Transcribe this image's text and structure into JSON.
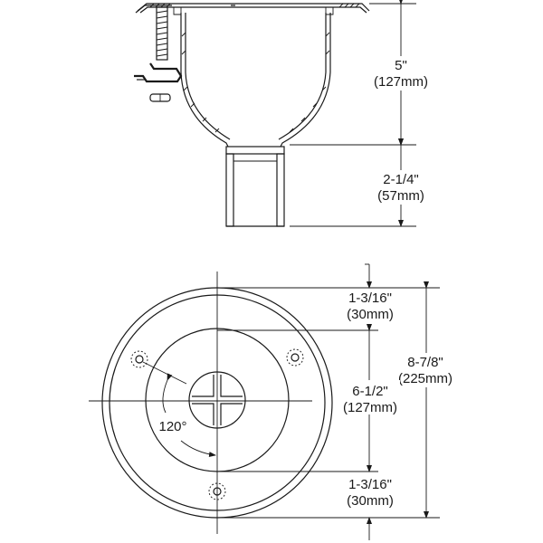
{
  "side_view": {
    "bowl_depth": {
      "imperial": "5\"",
      "metric": "(127mm)"
    },
    "tailpiece_length": {
      "imperial": "2-1/4\"",
      "metric": "(57mm)"
    }
  },
  "top_view": {
    "rim_width_top": {
      "imperial": "1-3/16\"",
      "metric": "(30mm)"
    },
    "inner_diameter": {
      "imperial": "6-1/2\"",
      "metric": "(127mm)"
    },
    "outer_diameter": {
      "imperial": "8-7/8\"",
      "metric": "(225mm)"
    },
    "rim_width_bottom": {
      "imperial": "1-3/16\"",
      "metric": "(30mm)"
    },
    "bolt_angle": "120°"
  }
}
